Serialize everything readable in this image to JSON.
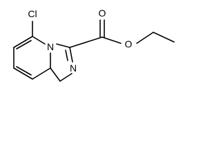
{
  "molecule": {
    "atoms": {
      "chlorine": "Cl",
      "ring_nitrogen": "N",
      "imidazole_nitrogen": "N",
      "carbonyl_oxygen": "O",
      "ester_oxygen": "O"
    }
  }
}
